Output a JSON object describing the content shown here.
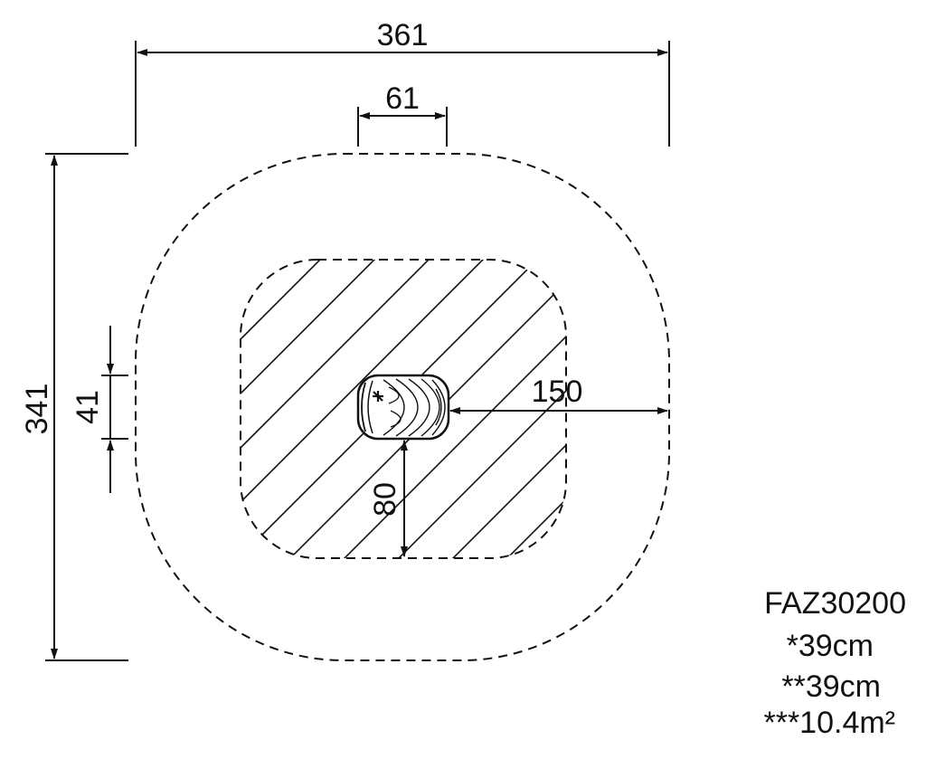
{
  "dimensions": {
    "overall_width": "361",
    "overall_depth": "341",
    "element_width": "61",
    "element_depth": "41",
    "safety_radius_side": "150",
    "safety_radius_front": "80"
  },
  "spec": {
    "code": "FAZ30200",
    "line1": "*39cm",
    "line2": "**39cm",
    "line3": "***10.4m²"
  },
  "colors": {
    "line": "#111111",
    "background": "#ffffff"
  }
}
